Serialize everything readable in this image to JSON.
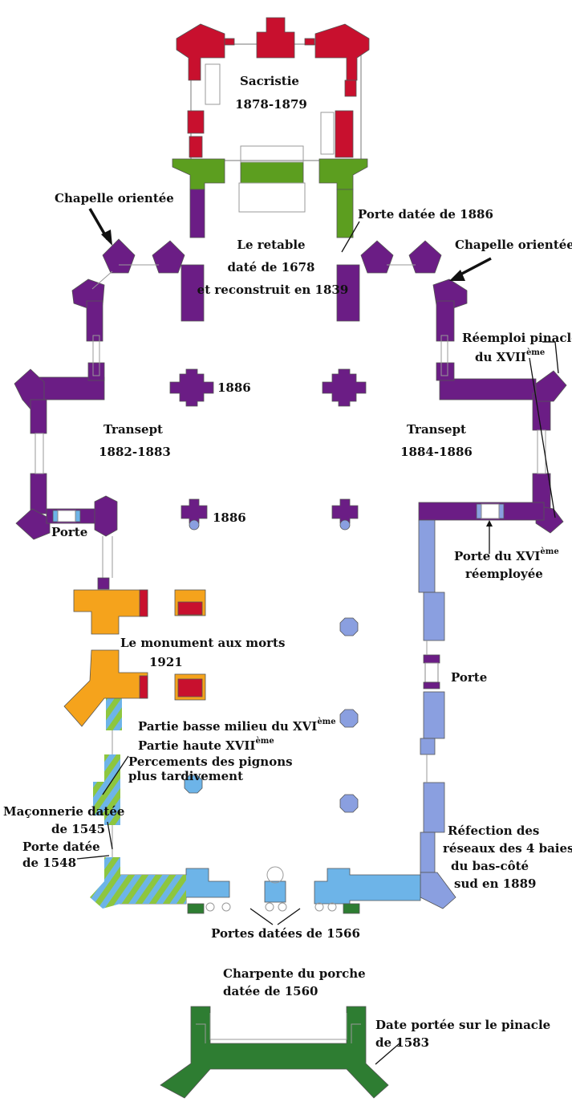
{
  "colors": {
    "sacristie": "#c8102e",
    "choeur": "#5c9e1f",
    "transept": "#6b1d85",
    "nef": "#8a9fe0",
    "monument": "#f5a31c",
    "monument_detail": "#c8102e",
    "xvi": "#6db4e8",
    "stripe": "#8dc63f",
    "porche": "#2e7d32"
  },
  "labels": {
    "sacristie": "Sacristie",
    "sacristie_date": "1878-1879",
    "chapelle_gauche": "Chapelle orientée",
    "chapelle_droite": "Chapelle orientée",
    "porte_1886": "Porte datée de 1886",
    "retable_1": "Le retable",
    "retable_2": "daté de 1678",
    "retable_3": "et reconstruit en 1839",
    "reemploi_1": "Réemploi pinacles",
    "reemploi_2": "du XVII",
    "reemploi_sup": "ème",
    "pilier_1886_a": "1886",
    "pilier_1886_b": "1886",
    "transept_g": "Transept",
    "transept_g_date": "1882-1883",
    "transept_d": "Transept",
    "transept_d_date": "1884-1886",
    "porte_nord": "Porte",
    "porte_xvi_1": "Porte du XVI",
    "porte_xvi_sup": "ème",
    "porte_xvi_2": "réemployée",
    "monument_1": "Le monument aux morts",
    "monument_2": "1921",
    "porte_sud": "Porte",
    "partie_basse": "Partie basse  milieu du XVI",
    "partie_basse_sup": "ème",
    "partie_haute": "Partie haute XVII",
    "partie_haute_sup": "ème",
    "percements_1": "Percements des pignons",
    "percements_2": "plus tardivement",
    "maconnerie_1": "Maçonnerie datée",
    "maconnerie_2": "de 1545",
    "porte_1548_1": "Porte datée",
    "porte_1548_2": "de 1548",
    "refection_1": "Réfection des",
    "refection_2": "réseaux des 4 baies",
    "refection_3": "du bas-côté",
    "refection_4": "sud en 1889",
    "portes_1566": "Portes datées de 1566",
    "charpente_1": "Charpente du porche",
    "charpente_2": "datée de 1560",
    "pinacle_1": "Date portée sur le pinacle",
    "pinacle_2": "de 1583"
  }
}
